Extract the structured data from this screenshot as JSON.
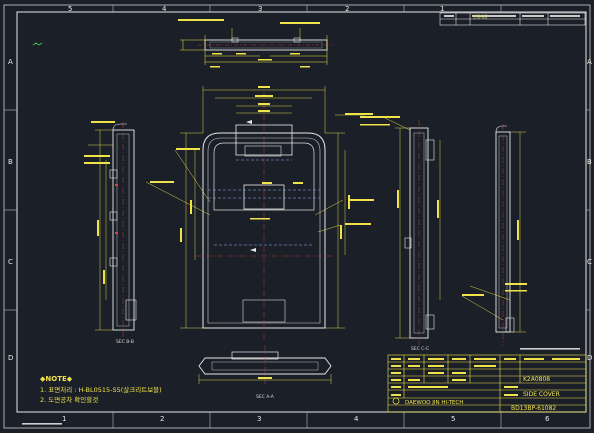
{
  "border": {
    "top_zones": [
      "5",
      "4",
      "3",
      "2",
      "1"
    ],
    "bottom_zones": [
      "1",
      "2",
      "3",
      "4",
      "5",
      "6"
    ],
    "left_rows": [
      "A",
      "B",
      "C",
      "D"
    ],
    "right_rows": [
      "A",
      "B",
      "C",
      "D"
    ]
  },
  "notes": {
    "title": "◆NOTE◆",
    "line1": "1. 표면처리 : H-BL0515-S5(살크리트보블)",
    "line2": "2. 도면공차 확인할것"
  },
  "section_labels": {
    "bottom_center": "SEC A-A",
    "side_left": "SEC B-B",
    "side_right": "SEC C-C"
  },
  "title_block": {
    "part_no": "K2A0808",
    "part_name": "SIDE COVER",
    "drawing_no": "BD13BP-61082",
    "company": "DAEWOO JIN HI-TECH",
    "revision_header": "변경내용"
  }
}
